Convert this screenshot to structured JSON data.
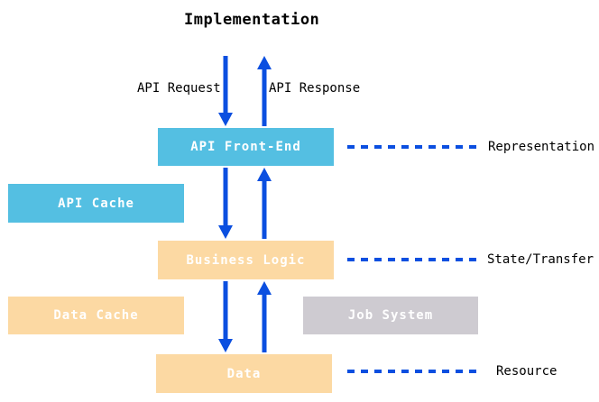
{
  "title": "Implementation",
  "flow_labels": {
    "request": "API Request",
    "response": "API Response"
  },
  "boxes": {
    "api_front_end": {
      "label": "API Front-End"
    },
    "api_cache": {
      "label": "API Cache"
    },
    "business_logic": {
      "label": "Business Logic"
    },
    "data_cache": {
      "label": "Data Cache"
    },
    "job_system": {
      "label": "Job System"
    },
    "data": {
      "label": "Data"
    }
  },
  "layer_labels": {
    "representation": "Representation",
    "state_transfer": "State/Transfer",
    "resource": "Resource"
  },
  "colors": {
    "blue_box": "#54BFE2",
    "orange_box": "#FCD9A3",
    "gray_box": "#CECBD1",
    "arrow": "#0B4FE0",
    "box_text": "#FFFFFF",
    "label_text": "#000000"
  }
}
